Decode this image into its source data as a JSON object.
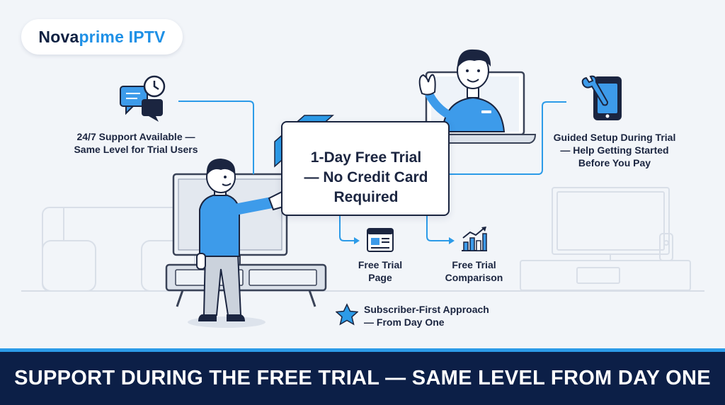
{
  "brand": {
    "part1": "Nova",
    "part2": "prime IPTV"
  },
  "support": {
    "line1": "24/7 Support Available —",
    "line2": "Same Level for Trial Users",
    "icon": "chat-clock-icon"
  },
  "trial_card": {
    "line1": "1-Day Free Trial",
    "line2": "— No Credit Card",
    "line3": "Required"
  },
  "setup": {
    "line1": "Guided Setup During Trial",
    "line2": "— Help Getting Started",
    "line3": "Before You Pay",
    "icon": "tablet-wrench-icon"
  },
  "links": {
    "trial_page_line1": "Free Trial",
    "trial_page_line2": "Page",
    "comparison_line1": "Free Trial",
    "comparison_line2": "Comparison"
  },
  "approach": {
    "line1": "Subscriber-First Approach",
    "line2": "— From Day One",
    "icon": "star-icon"
  },
  "footer": {
    "title": "SUPPORT DURING THE FREE TRIAL — SAME LEVEL FROM DAY ONE"
  },
  "colors": {
    "navy": "#0c1f47",
    "accent": "#2c9be8",
    "person_blue": "#3d9bea",
    "background": "#f2f5f9"
  }
}
